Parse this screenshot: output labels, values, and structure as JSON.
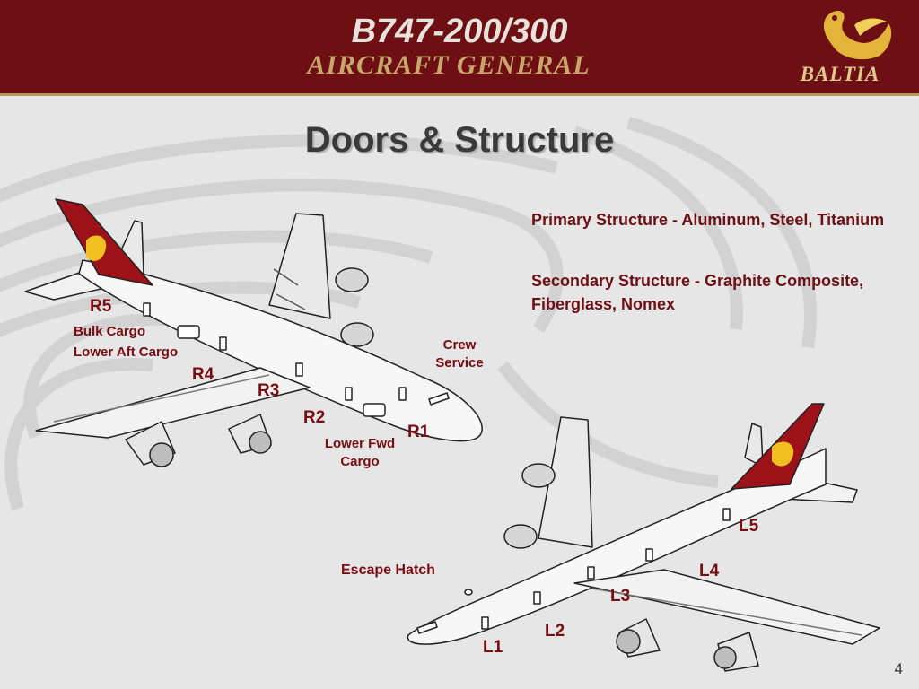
{
  "header": {
    "title_line1": "B747-200/300",
    "title_line2": "AIRCRAFT GENERAL",
    "logo_text": "BALTIA"
  },
  "slide": {
    "title": "Doors & Structure",
    "page_number": "4"
  },
  "notes": {
    "primary": "Primary Structure - Aluminum, Steel, Titanium",
    "secondary": "Secondary Structure - Graphite Composite, Fiberglass, Nomex"
  },
  "right_side_labels": {
    "r5": "R5",
    "bulk_cargo": "Bulk Cargo",
    "lower_aft_cargo": "Lower Aft Cargo",
    "r4": "R4",
    "r3": "R3",
    "r2": "R2",
    "r1": "R1",
    "crew_service": "Crew Service",
    "lower_fwd_cargo": "Lower Fwd Cargo"
  },
  "left_side_labels": {
    "escape_hatch": "Escape Hatch",
    "l1": "L1",
    "l2": "L2",
    "l3": "L3",
    "l4": "L4",
    "l5": "L5"
  },
  "colors": {
    "header_bg": "#6e0f14",
    "accent_gold": "#c8a76a",
    "label_red": "#7a0b10",
    "tail_red": "#9c1218",
    "tail_yellow": "#f0c020"
  }
}
